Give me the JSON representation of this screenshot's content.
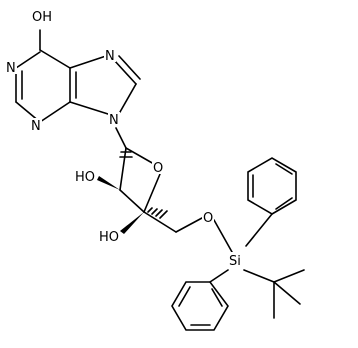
{
  "labels": {
    "oh_top": "OH",
    "n_pyr1": "N",
    "n_pyr3": "N",
    "n_im7": "N",
    "n_im9": "N",
    "o_ring": "O",
    "ho_2": "HO",
    "ho_3": "HO",
    "o_ether": "O",
    "si": "Si"
  }
}
